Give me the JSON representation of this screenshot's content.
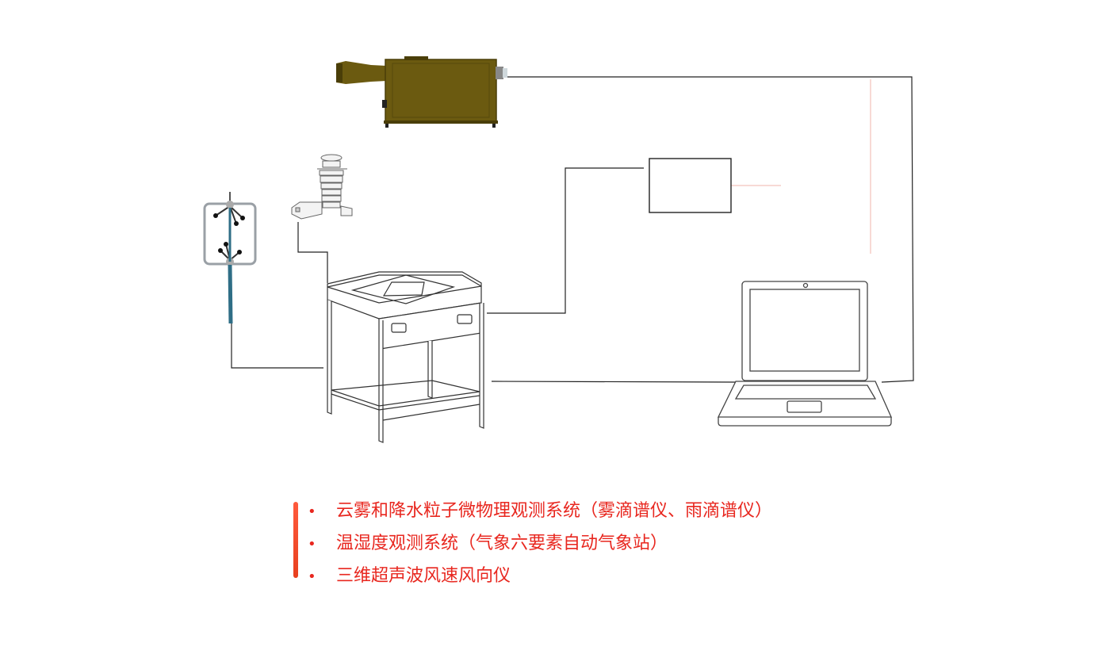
{
  "colors": {
    "accent": "#e8271f",
    "accent_bar_top": "#ff5a3c",
    "accent_bar_bottom": "#e8401f",
    "line": "#222222",
    "faint_line": "#f2b4ab",
    "spectrometer_body": "#6b5a10",
    "spectrometer_dark": "#4a3e08",
    "anemometer_pole": "#2f6e86"
  },
  "icons": {
    "spectrometer": "laser-spectrometer-icon",
    "weather_station": "weather-station-icon",
    "anemometer": "ultrasonic-anemometer-icon",
    "logger_cabinet": "data-logger-cabinet-icon",
    "controller_box": "controller-box-icon",
    "laptop": "laptop-icon"
  },
  "legend": {
    "bullet": "•",
    "items": [
      {
        "text": "云雾和降水粒子微物理观测系统（雾滴谱仪、雨滴谱仪）"
      },
      {
        "text": "温湿度观测系统（气象六要素自动气象站）"
      },
      {
        "text": "三维超声波风速风向仪"
      }
    ]
  }
}
